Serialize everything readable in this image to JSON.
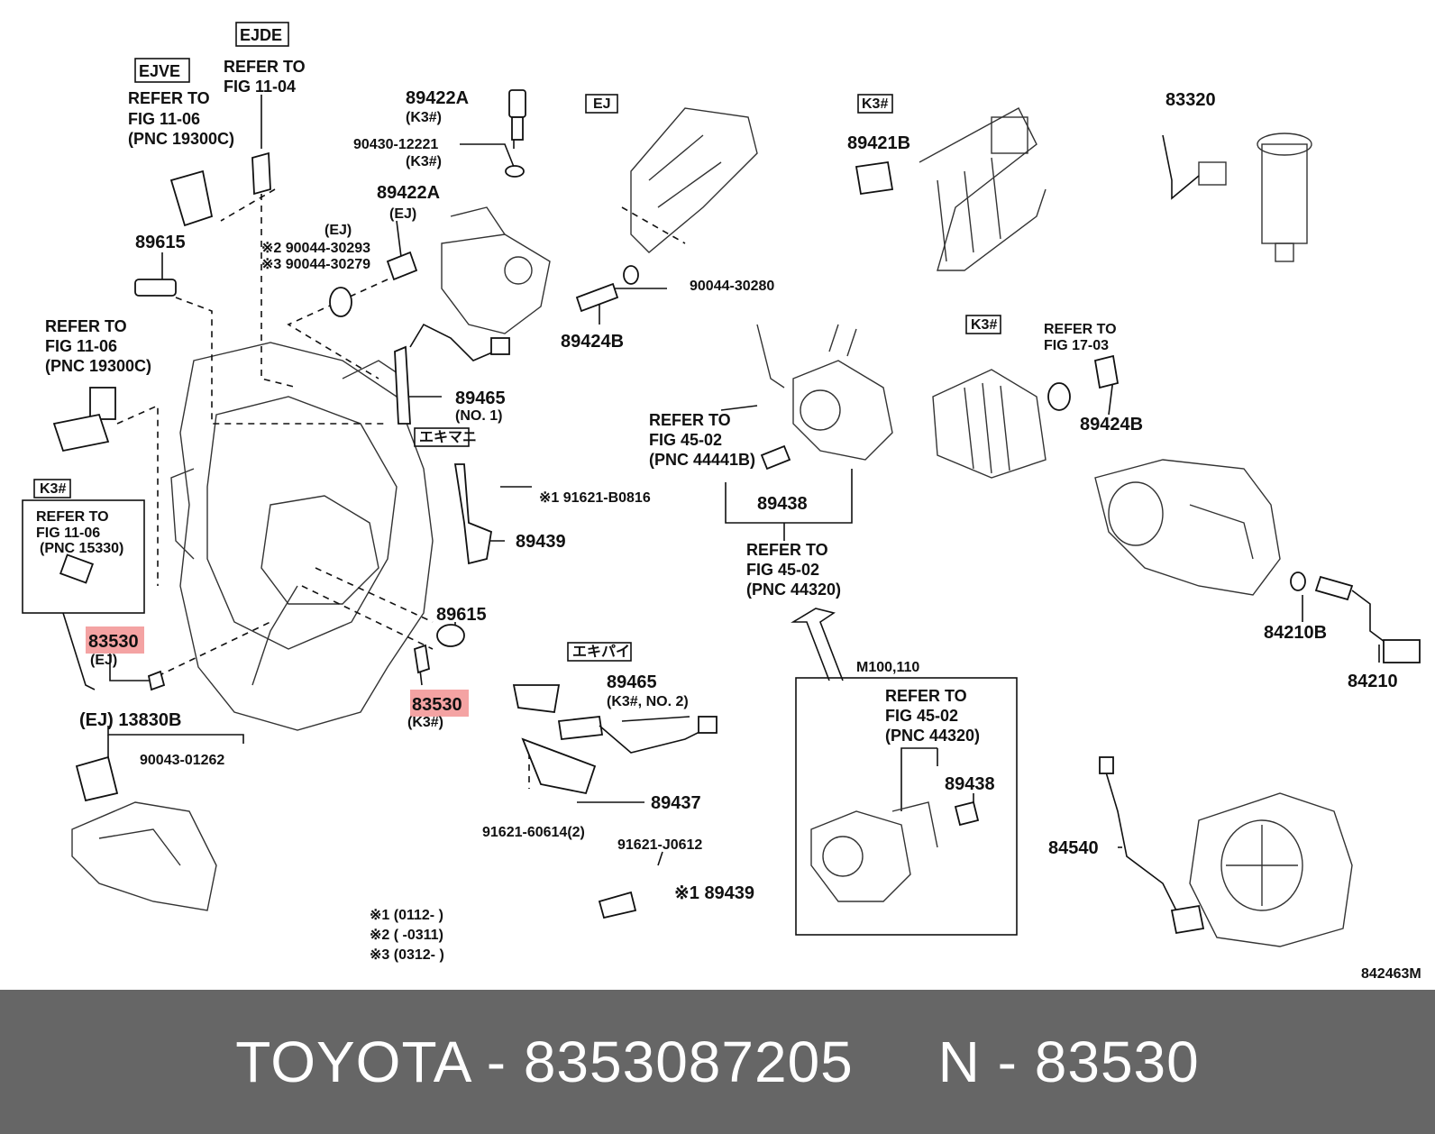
{
  "diagram": {
    "labels": {
      "ejde_box": "EJDE",
      "ejve_box": "EJVE",
      "refer_ejde_1": "REFER TO",
      "refer_ejde_2": "FIG 11-04",
      "refer_ejve_1": "REFER TO",
      "refer_ejve_2": "FIG  11-06",
      "refer_ejve_3": "(PNC 19300C)",
      "p89615_a": "89615",
      "ej_small": "(EJ)",
      "note2_pn": "※2 90044-30293",
      "note3_pn": "※3 90044-30279",
      "refer_mid_1": "REFER TO",
      "refer_mid_2": "FIG  11-06",
      "refer_mid_3": "(PNC 19300C)",
      "k3_box_left": "K3#",
      "refer_k3_1": "REFER TO",
      "refer_k3_2": "FIG 11-06",
      "refer_k3_3": "(PNC 15330)",
      "p83530_left": "83530",
      "ej_left": "(EJ)",
      "ej_13830b": "(EJ) 13830B",
      "p90043": "90043-01262",
      "p89422a_top": "89422A",
      "k3_top": "(K3#)",
      "p90430": "90430-12221",
      "k3_90430": "(K3#)",
      "p89422a_mid": "89422A",
      "ej_89422a": "(EJ)",
      "p89465_top": "89465",
      "no1": "(NO. 1)",
      "ekimani_box": "エキマニ",
      "note1_pn": "※1 91621-B0816",
      "p89439_mid": "89439",
      "p89615_b": "89615",
      "p83530_mid": "83530",
      "k3_83530": "(K3#)",
      "ekipai_box": "エキパイ",
      "p89465_low": "89465",
      "k3_no2": "(K3#, NO. 2)",
      "p89437": "89437",
      "p91621_606": "91621-60614(2)",
      "p91621_j06": "91621-J0612",
      "p89439_low": "※1 89439",
      "note_l1": "※1 (0112-      )",
      "note_l2": "※2 (      -0311)",
      "note_l3": "※3 (0312-      )",
      "ej_box_top": "EJ",
      "p90044_280": "90044-30280",
      "p89424b_left": "89424B",
      "refer_452_1": "REFER TO",
      "refer_452_2": "FIG  45-02",
      "refer_452_3": "(PNC 44441B)",
      "p89438_top": "89438",
      "refer_4432_1": "REFER TO",
      "refer_4432_2": "FIG 45-02",
      "refer_4432_3": "(PNC 44320)",
      "m100": "M100,110",
      "refer_box_1": "REFER TO",
      "refer_box_2": "FIG  45-02",
      "refer_box_3": "(PNC 44320)",
      "p89438_box": "89438",
      "k3_box_top": "K3#",
      "p89421b": "89421B",
      "p83320": "83320",
      "k3_box_right": "K3#",
      "refer_1703_1": "REFER TO",
      "refer_1703_2": "FIG 17-03",
      "p89424b_right": "89424B",
      "p84210b": "84210B",
      "p84210": "84210",
      "p84540": "84540",
      "fig_code": "842463M"
    }
  },
  "footer": {
    "text": "TOYOTA - 8353087205     N - 83530"
  },
  "colors": {
    "footer_bg": "#666666",
    "highlight": "#f4a3a3"
  }
}
